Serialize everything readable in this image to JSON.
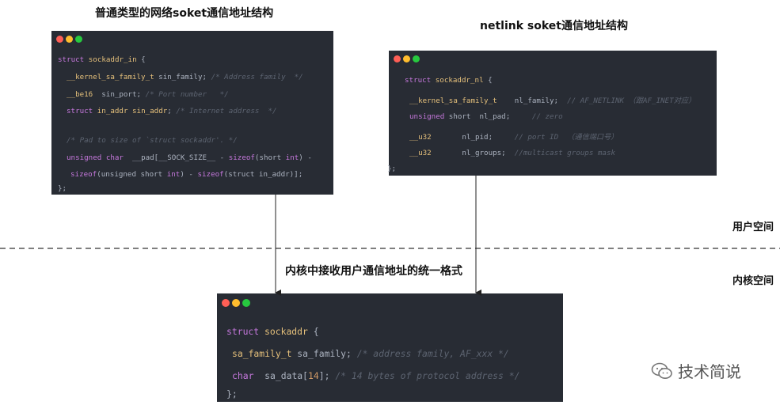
{
  "captions": {
    "top_left": "普通类型的网络soket通信地址结构",
    "top_right": "netlink soket通信地址结构",
    "middle": "内核中接收用户通信地址的统一格式"
  },
  "side_labels": {
    "user_space": "用户空间",
    "kernel_space": "内核空间"
  },
  "watermark": {
    "icon": "wechat-icon",
    "text": "技术简说"
  },
  "colors": {
    "window_bg": "#282c34",
    "keyword": "#c678dd",
    "type": "#e5c07b",
    "comment": "#5c6370",
    "number": "#d19a66"
  },
  "window1": {
    "l1": {
      "kw": "struct",
      "ty": "sockaddr_in",
      "rest": " {"
    },
    "l2": {
      "ty": "__kernel_sa_family_t",
      "rest": " sin_family; ",
      "cm": "/* Address family  */"
    },
    "l3": {
      "ty": "__be16",
      "rest": "  sin_port; ",
      "cm": "/* Port number   */"
    },
    "l4": {
      "kw": "struct",
      "ty": "in_addr sin_addr",
      "rest": "; ",
      "cm": "/* Internet address  */"
    },
    "l5": {
      "cm": "/* Pad to size of `struct sockaddr'. */"
    },
    "l6": {
      "kw": "unsigned",
      "ty": "char",
      "rest1": "  __pad[__SOCK_SIZE__ - ",
      "fn": "sizeof",
      "rest2": "(short ",
      "kw2": "int",
      "rest3": ") -"
    },
    "l7": {
      "fn": "sizeof",
      "rest1": "(unsigned short ",
      "kw": "int",
      "rest2": ") - ",
      "fn2": "sizeof",
      "rest3": "(struct in_addr)];"
    },
    "l8": {
      "rest": "};"
    }
  },
  "window2": {
    "l1": {
      "kw": "struct",
      "ty": "sockaddr_nl",
      "rest": " {"
    },
    "l2": {
      "ty": "__kernel_sa_family_t",
      "rest": "    nl_family;  ",
      "cm": "// AF_NETLINK （跟AF_INET对应）"
    },
    "l3": {
      "kw": "unsigned",
      "rest": " short  nl_pad;     ",
      "cm": "// zero"
    },
    "l4": {
      "ty": "__u32",
      "rest": "       nl_pid;     ",
      "cm": "// port ID  （通信端口号）"
    },
    "l5": {
      "ty": "__u32",
      "rest": "       nl_groups;  ",
      "cm": "//multicast groups mask"
    },
    "l6": {
      "rest": "};"
    }
  },
  "window3": {
    "l1": {
      "kw": "struct",
      "ty": "sockaddr",
      "rest": " {"
    },
    "l2": {
      "ty": "sa_family_t",
      "rest": " sa_family; ",
      "cm": "/* address family, AF_xxx */"
    },
    "l3": {
      "kw": "char",
      "rest1": "  sa_data[",
      "num": "14",
      "rest2": "]; ",
      "cm": "/* 14 bytes of protocol address */"
    },
    "l4": {
      "rest": "};"
    }
  }
}
